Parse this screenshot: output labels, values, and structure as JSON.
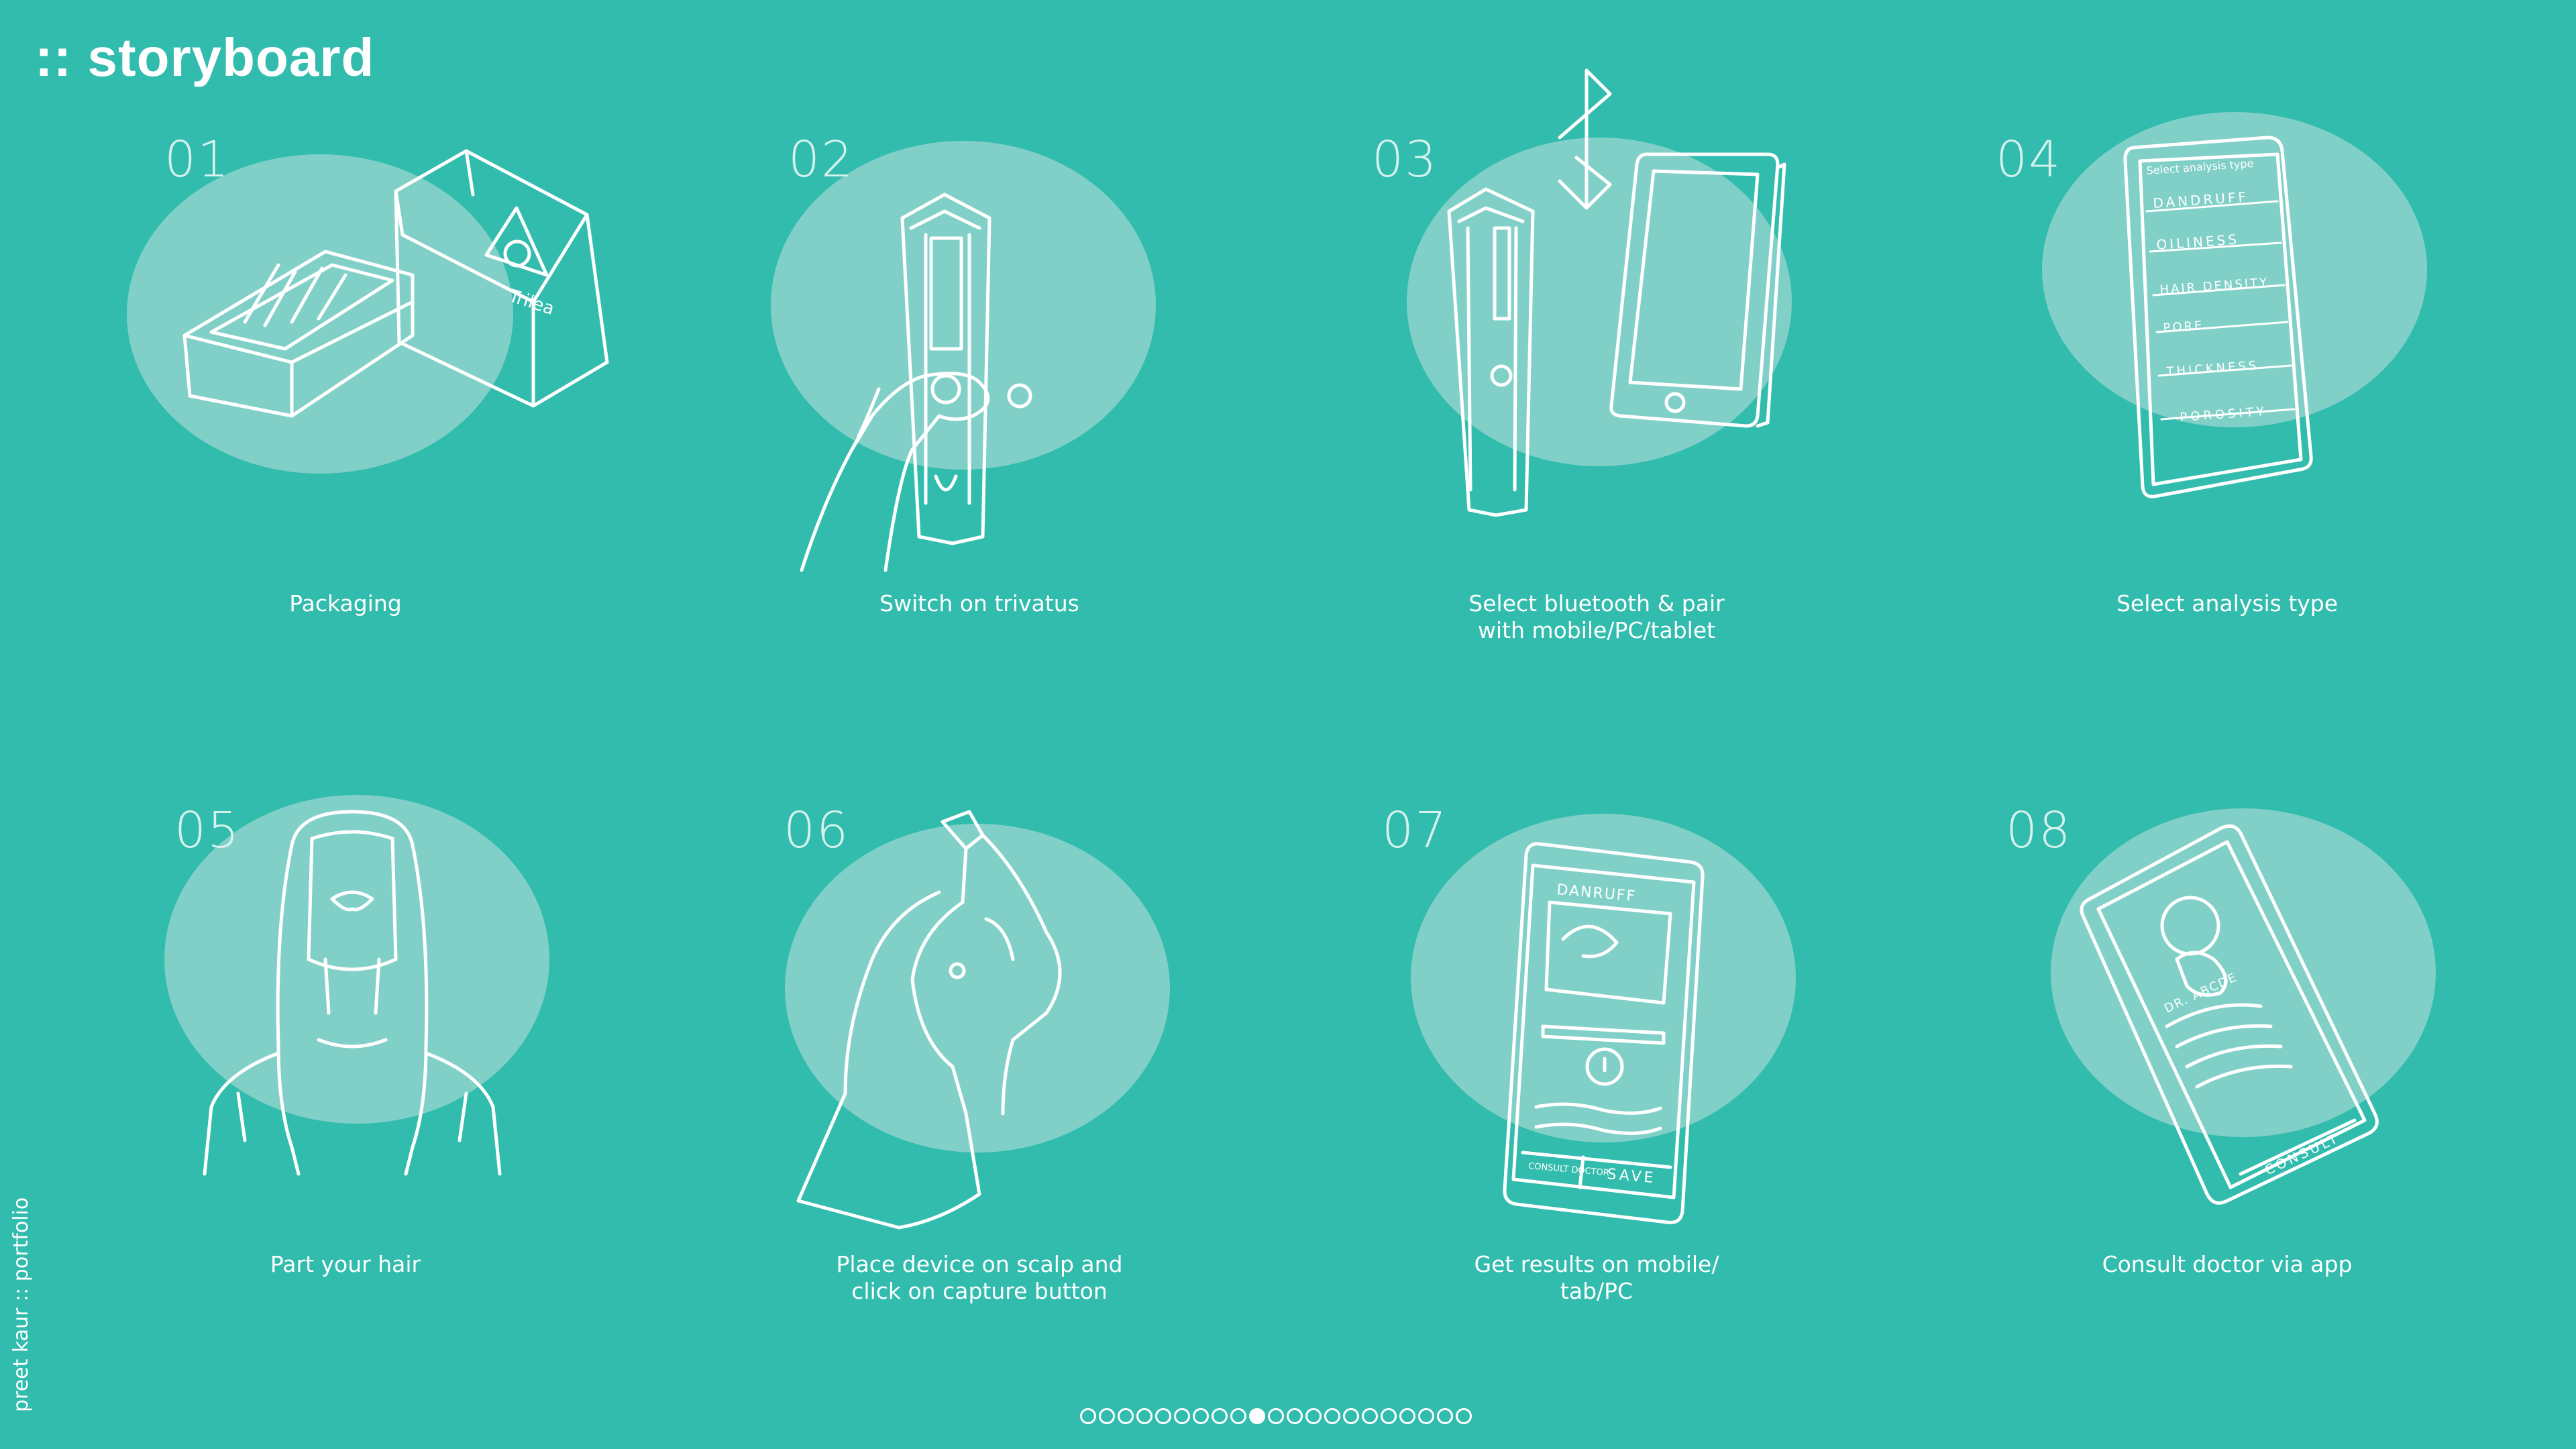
{
  "header": {
    "title": ":: storyboard"
  },
  "credit": "preet kaur :: portfolio",
  "steps": [
    {
      "number": "01",
      "caption": [
        "Packaging"
      ],
      "art": "packaging-illustration"
    },
    {
      "number": "02",
      "caption": [
        "Switch on trivatus"
      ],
      "art": "hand-holding-device-illustration"
    },
    {
      "number": "03",
      "caption": [
        "Select bluetooth & pair",
        "with mobile/PC/tablet"
      ],
      "art": "bluetooth-pairing-illustration"
    },
    {
      "number": "04",
      "caption": [
        "Select analysis type"
      ],
      "art": "analysis-type-phone-illustration",
      "phone_items": [
        "Select analysis type",
        "DANDRUFF",
        "OILINESS",
        "HAIR DENSITY",
        "PORE",
        "THICKNESS",
        "POROSITY"
      ]
    },
    {
      "number": "05",
      "caption": [
        "Part your hair"
      ],
      "art": "person-parting-hair-illustration"
    },
    {
      "number": "06",
      "caption": [
        "Place device on scalp and",
        "click on capture button"
      ],
      "art": "device-on-scalp-illustration"
    },
    {
      "number": "07",
      "caption": [
        "Get results on mobile/",
        "tab/PC"
      ],
      "art": "results-phone-illustration",
      "phone_labels": [
        "DANRUFF",
        "CONSULT DOCTOR",
        "SAVE"
      ]
    },
    {
      "number": "08",
      "caption": [
        "Consult doctor via app"
      ],
      "art": "consult-doctor-phone-illustration",
      "phone_labels": [
        "DR. ABCDE",
        "CONSULT"
      ]
    }
  ],
  "logo_text": "Trilea",
  "pagination": {
    "total": 21,
    "active": 9
  },
  "colors": {
    "background": "#32bcad",
    "circle": "#8fd4cc",
    "line": "#ffffff"
  }
}
